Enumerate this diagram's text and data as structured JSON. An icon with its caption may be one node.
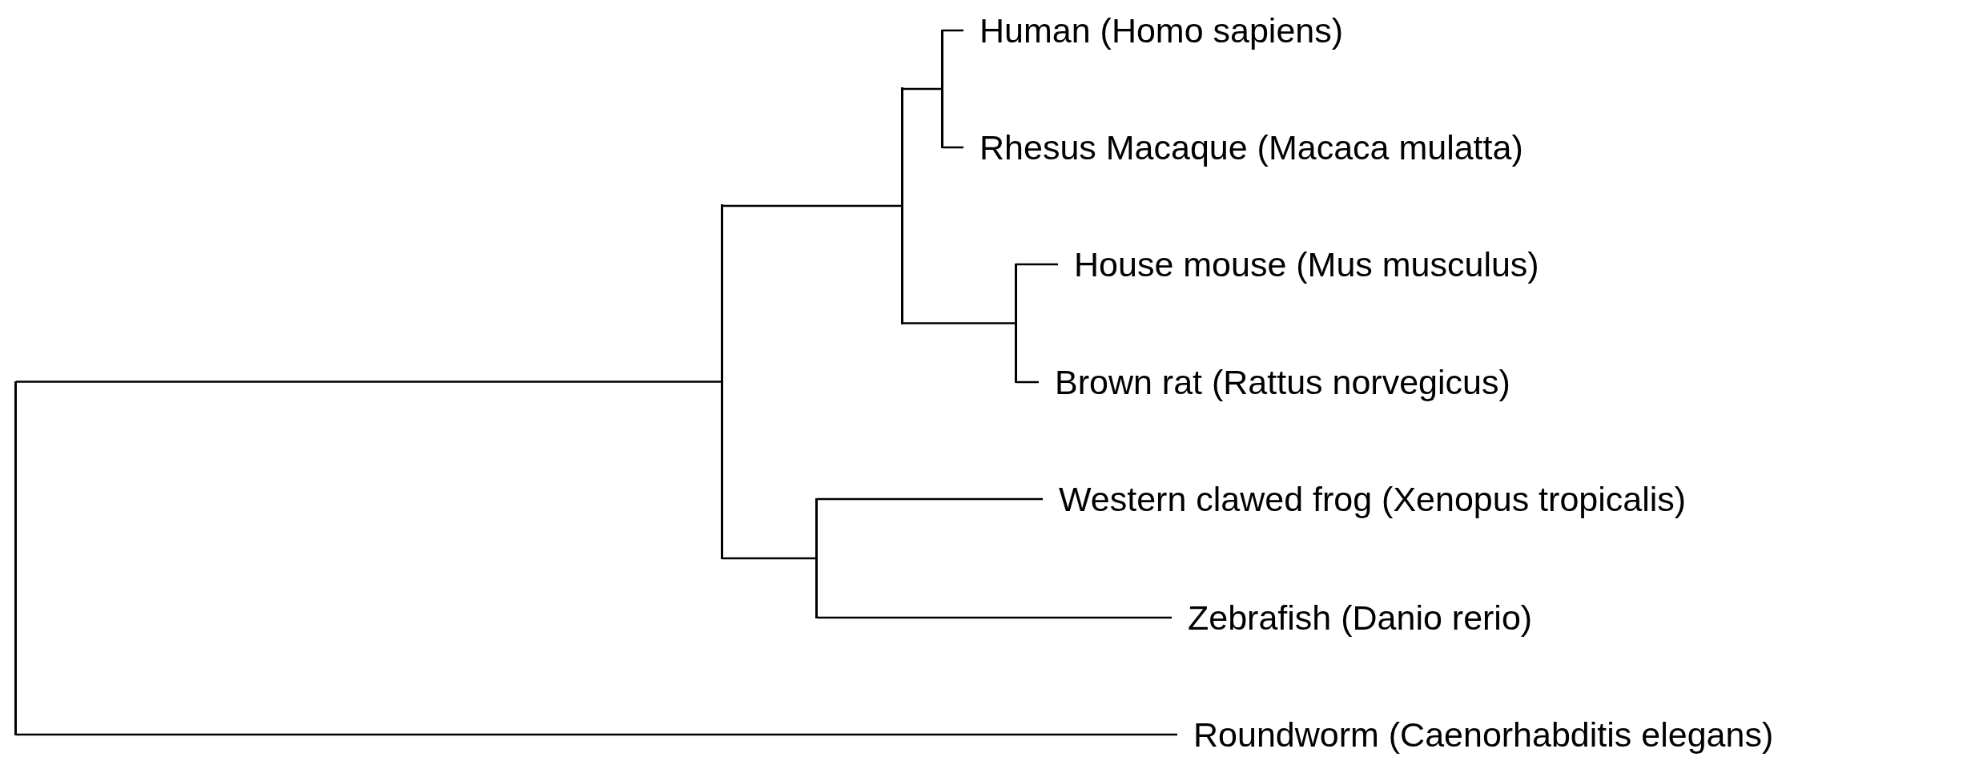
{
  "diagram": {
    "nodes": [
      {
        "text": [
          "Human (Homo sapiens)"
        ]
      },
      {
        "text": [
          "Rhesus Macaque (Macaca mulatta)"
        ]
      },
      {
        "text": [
          "House mouse (Mus musculus)"
        ]
      },
      {
        "text": [
          "Brown rat (Rattus norvegicus)"
        ]
      },
      {
        "text": [
          "Western clawed frog (Xenopus tropicalis)"
        ]
      },
      {
        "text": [
          "Zebrafish (Danio rerio)"
        ]
      },
      {
        "text": [
          "Roundworm (Caenorhabditis elegans)"
        ]
      },
      {
        "text": [],
        "shape": "point"
      },
      {
        "text": [],
        "shape": "point"
      },
      {
        "text": [],
        "shape": "point"
      },
      {
        "text": [],
        "shape": "point"
      },
      {
        "text": [],
        "shape": "point"
      },
      {
        "text": [],
        "shape": "point"
      }
    ],
    "edges": [
      {
        "from": 7,
        "to": 8,
        "arrow": "none"
      },
      {
        "from": 7,
        "to": 6,
        "arrow": "none"
      },
      {
        "from": 8,
        "to": 9,
        "arrow": "none"
      },
      {
        "from": 8,
        "to": 12,
        "arrow": "none"
      },
      {
        "from": 9,
        "to": 10,
        "arrow": "none"
      },
      {
        "from": 9,
        "to": 11,
        "arrow": "none"
      },
      {
        "from": 10,
        "to": 0,
        "arrow": "none"
      },
      {
        "from": 10,
        "to": 1,
        "arrow": "none"
      },
      {
        "from": 11,
        "to": 2,
        "arrow": "none"
      },
      {
        "from": 11,
        "to": 3,
        "arrow": "none"
      },
      {
        "from": 12,
        "to": 4,
        "arrow": "none"
      },
      {
        "from": 12,
        "to": 5,
        "arrow": "none"
      }
    ]
  }
}
